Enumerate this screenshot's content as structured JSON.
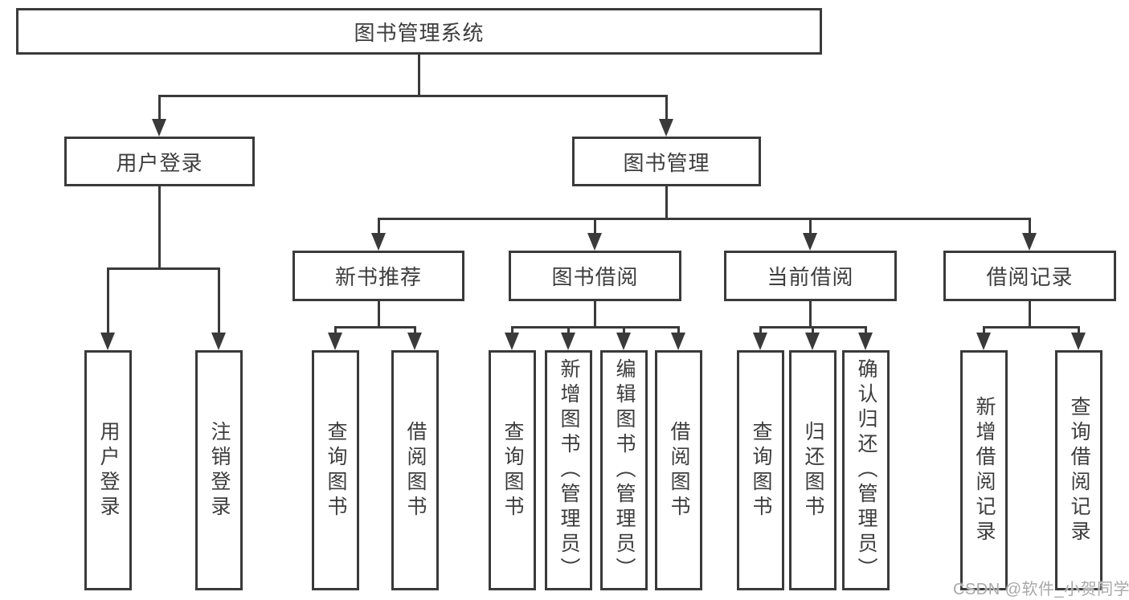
{
  "tree": {
    "root": {
      "label": "图书管理系统"
    },
    "user_branch": {
      "label": "用户登录",
      "children": [
        {
          "label": "用户登录"
        },
        {
          "label": "注销登录"
        }
      ]
    },
    "book_branch": {
      "label": "图书管理",
      "modules": [
        {
          "label": "新书推荐",
          "children": [
            {
              "label": "查询图书"
            },
            {
              "label": "借阅图书"
            }
          ]
        },
        {
          "label": "图书借阅",
          "children": [
            {
              "label": "查询图书"
            },
            {
              "label": "新增图书（管理员）"
            },
            {
              "label": "编辑图书（管理员）"
            },
            {
              "label": "借阅图书"
            }
          ]
        },
        {
          "label": "当前借阅",
          "children": [
            {
              "label": "查询图书"
            },
            {
              "label": "归还图书"
            },
            {
              "label": "确认归还（管理员）"
            }
          ]
        },
        {
          "label": "借阅记录",
          "children": [
            {
              "label": "新增借阅记录"
            },
            {
              "label": "查询借阅记录"
            }
          ]
        }
      ]
    }
  },
  "watermark": {
    "text": "CSDN @软件_小贺同学"
  },
  "colors": {
    "line": "#3a3a3a",
    "text": "#3d3d3d",
    "watermark": "#a9a9a9"
  }
}
